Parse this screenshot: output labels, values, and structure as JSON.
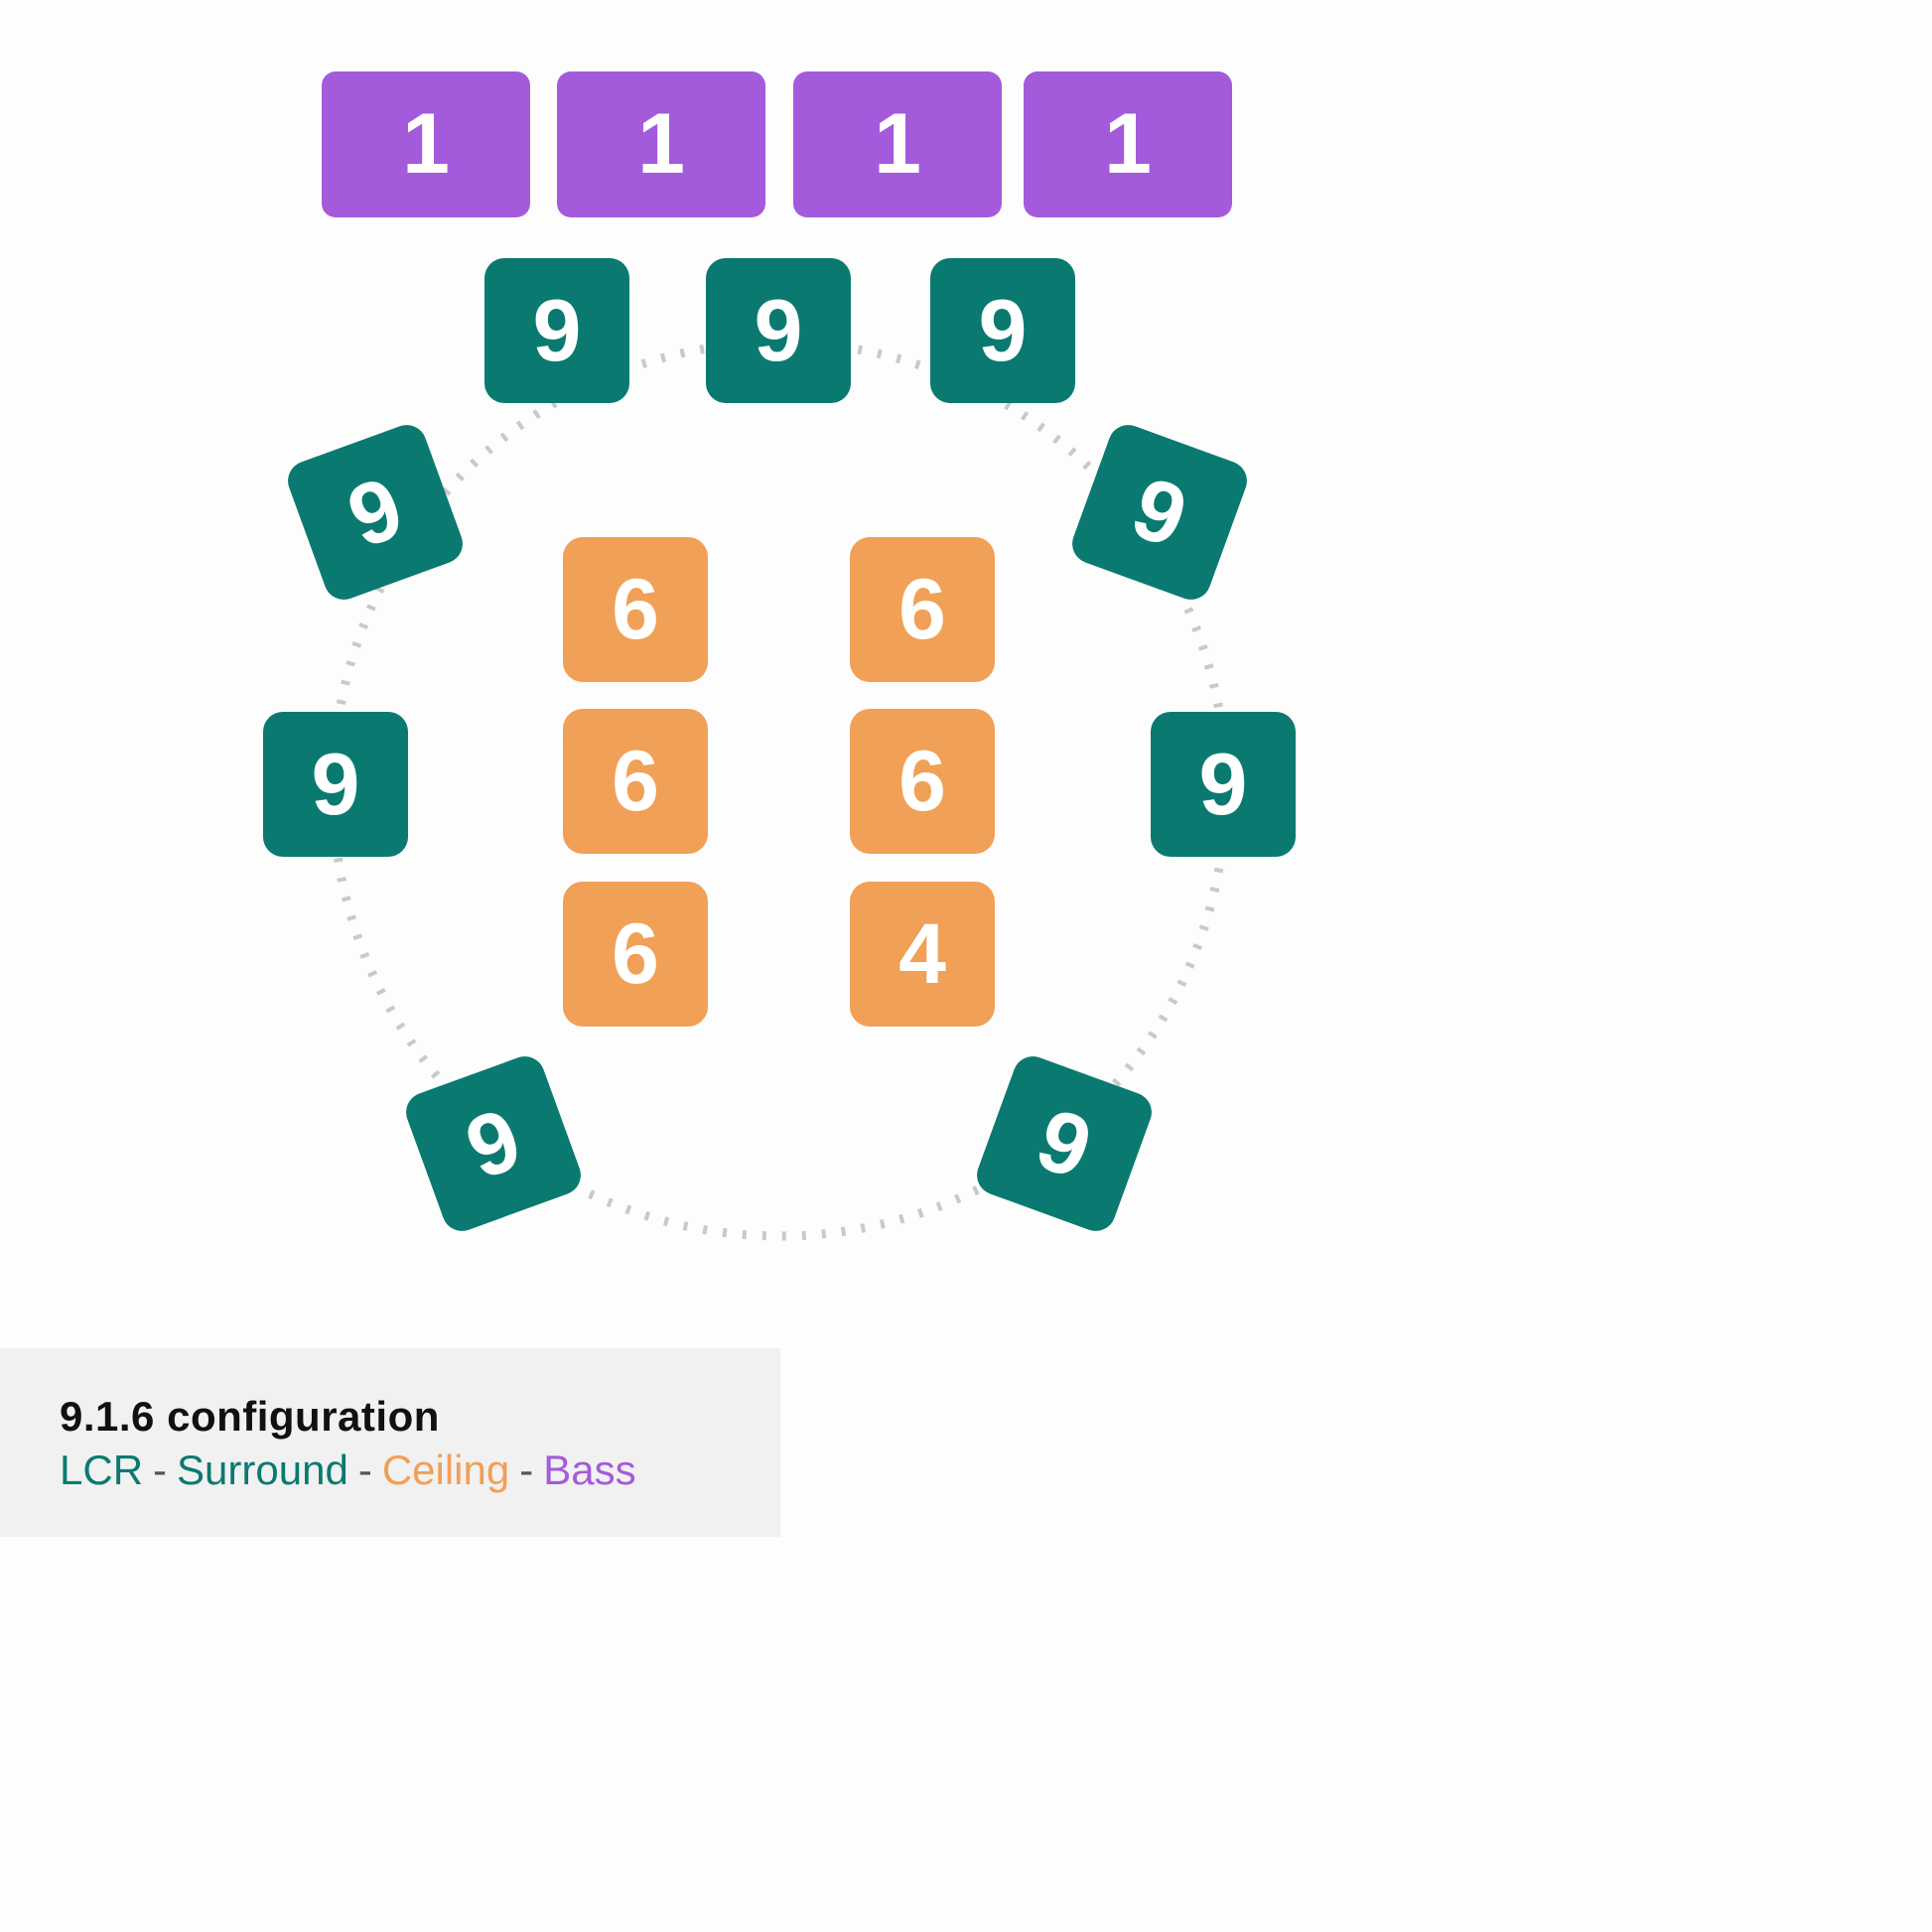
{
  "caption": {
    "title": "9.1.6 configuration",
    "legend": {
      "separator": "-",
      "items": [
        {
          "label": "LCR",
          "color": "#0a7a70"
        },
        {
          "label": "Surround",
          "color": "#0a7a70"
        },
        {
          "label": "Ceiling",
          "color": "#f0a057"
        },
        {
          "label": "Bass",
          "color": "#a35bdb"
        }
      ]
    }
  },
  "colors": {
    "bass": "#a35bdb",
    "surround": "#0a7a70",
    "ceiling": "#f0a057",
    "circle_dots": "#c9c9c9",
    "caption_background": "#f1f1f1"
  },
  "bass_tiles": [
    {
      "label": "1"
    },
    {
      "label": "1"
    },
    {
      "label": "1"
    },
    {
      "label": "1"
    }
  ],
  "surround_tiles": [
    {
      "label": "9"
    },
    {
      "label": "9"
    },
    {
      "label": "9"
    },
    {
      "label": "9"
    },
    {
      "label": "9"
    },
    {
      "label": "9"
    },
    {
      "label": "9"
    },
    {
      "label": "9"
    },
    {
      "label": "9"
    }
  ],
  "ceiling_tiles_left": [
    {
      "label": "6"
    },
    {
      "label": "6"
    },
    {
      "label": "6"
    }
  ],
  "ceiling_tiles_right": [
    {
      "label": "6"
    },
    {
      "label": "6"
    },
    {
      "label": "4"
    }
  ]
}
